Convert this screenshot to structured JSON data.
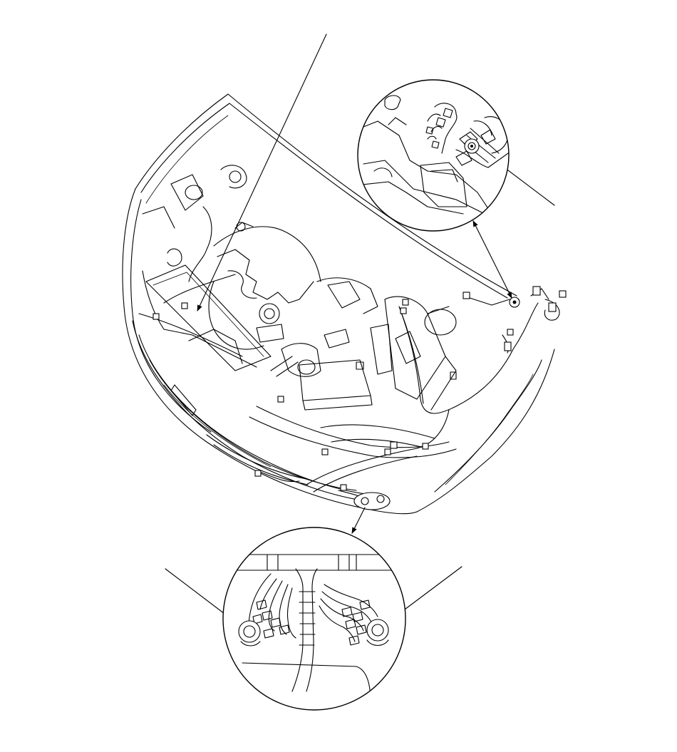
{
  "diagram": {
    "background": "#ffffff",
    "line_color": "#000000",
    "callouts": [
      {
        "name": "engine-compartment-leader",
        "label": ""
      },
      {
        "name": "upper-detail-leader",
        "label": ""
      },
      {
        "name": "lower-left-detail-leader",
        "label": ""
      },
      {
        "name": "lower-right-detail-leader",
        "label": ""
      }
    ]
  }
}
